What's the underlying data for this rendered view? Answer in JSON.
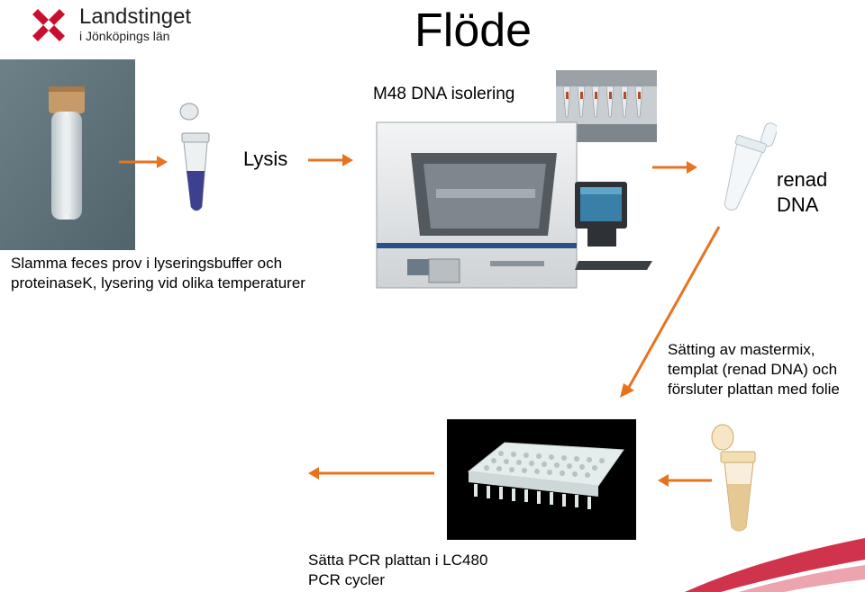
{
  "logo": {
    "name": "Landstinget",
    "subtitle": "i Jönköpings län",
    "color": "#c8102e"
  },
  "title": "Flöde",
  "steps": {
    "lysis_label": "Lysis",
    "isolation_label": "M48 DNA  isolering",
    "purified_label": "renad DNA",
    "sample_text": "Slamma feces prov i lyseringsbuffer och proteinaseK, lysering vid olika temperaturer",
    "mastermix_text": "Sätting av mastermix, templat (renad DNA) och försluter plattan med folie",
    "pcr_text": "Sätta PCR plattan i LC480 PCR cycler"
  },
  "colors": {
    "arrow": "#e8731f",
    "accent": "#c8102e",
    "photo_bg": "#5d7078",
    "plate_bg": "#000000"
  },
  "icons": [
    "fecal-sample-tube-icon",
    "lysis-tube-icon",
    "m48-robot-icon",
    "pipette-rack-icon",
    "purified-dna-tube-icon",
    "pcr-plate-icon",
    "mastermix-tube-icon"
  ]
}
